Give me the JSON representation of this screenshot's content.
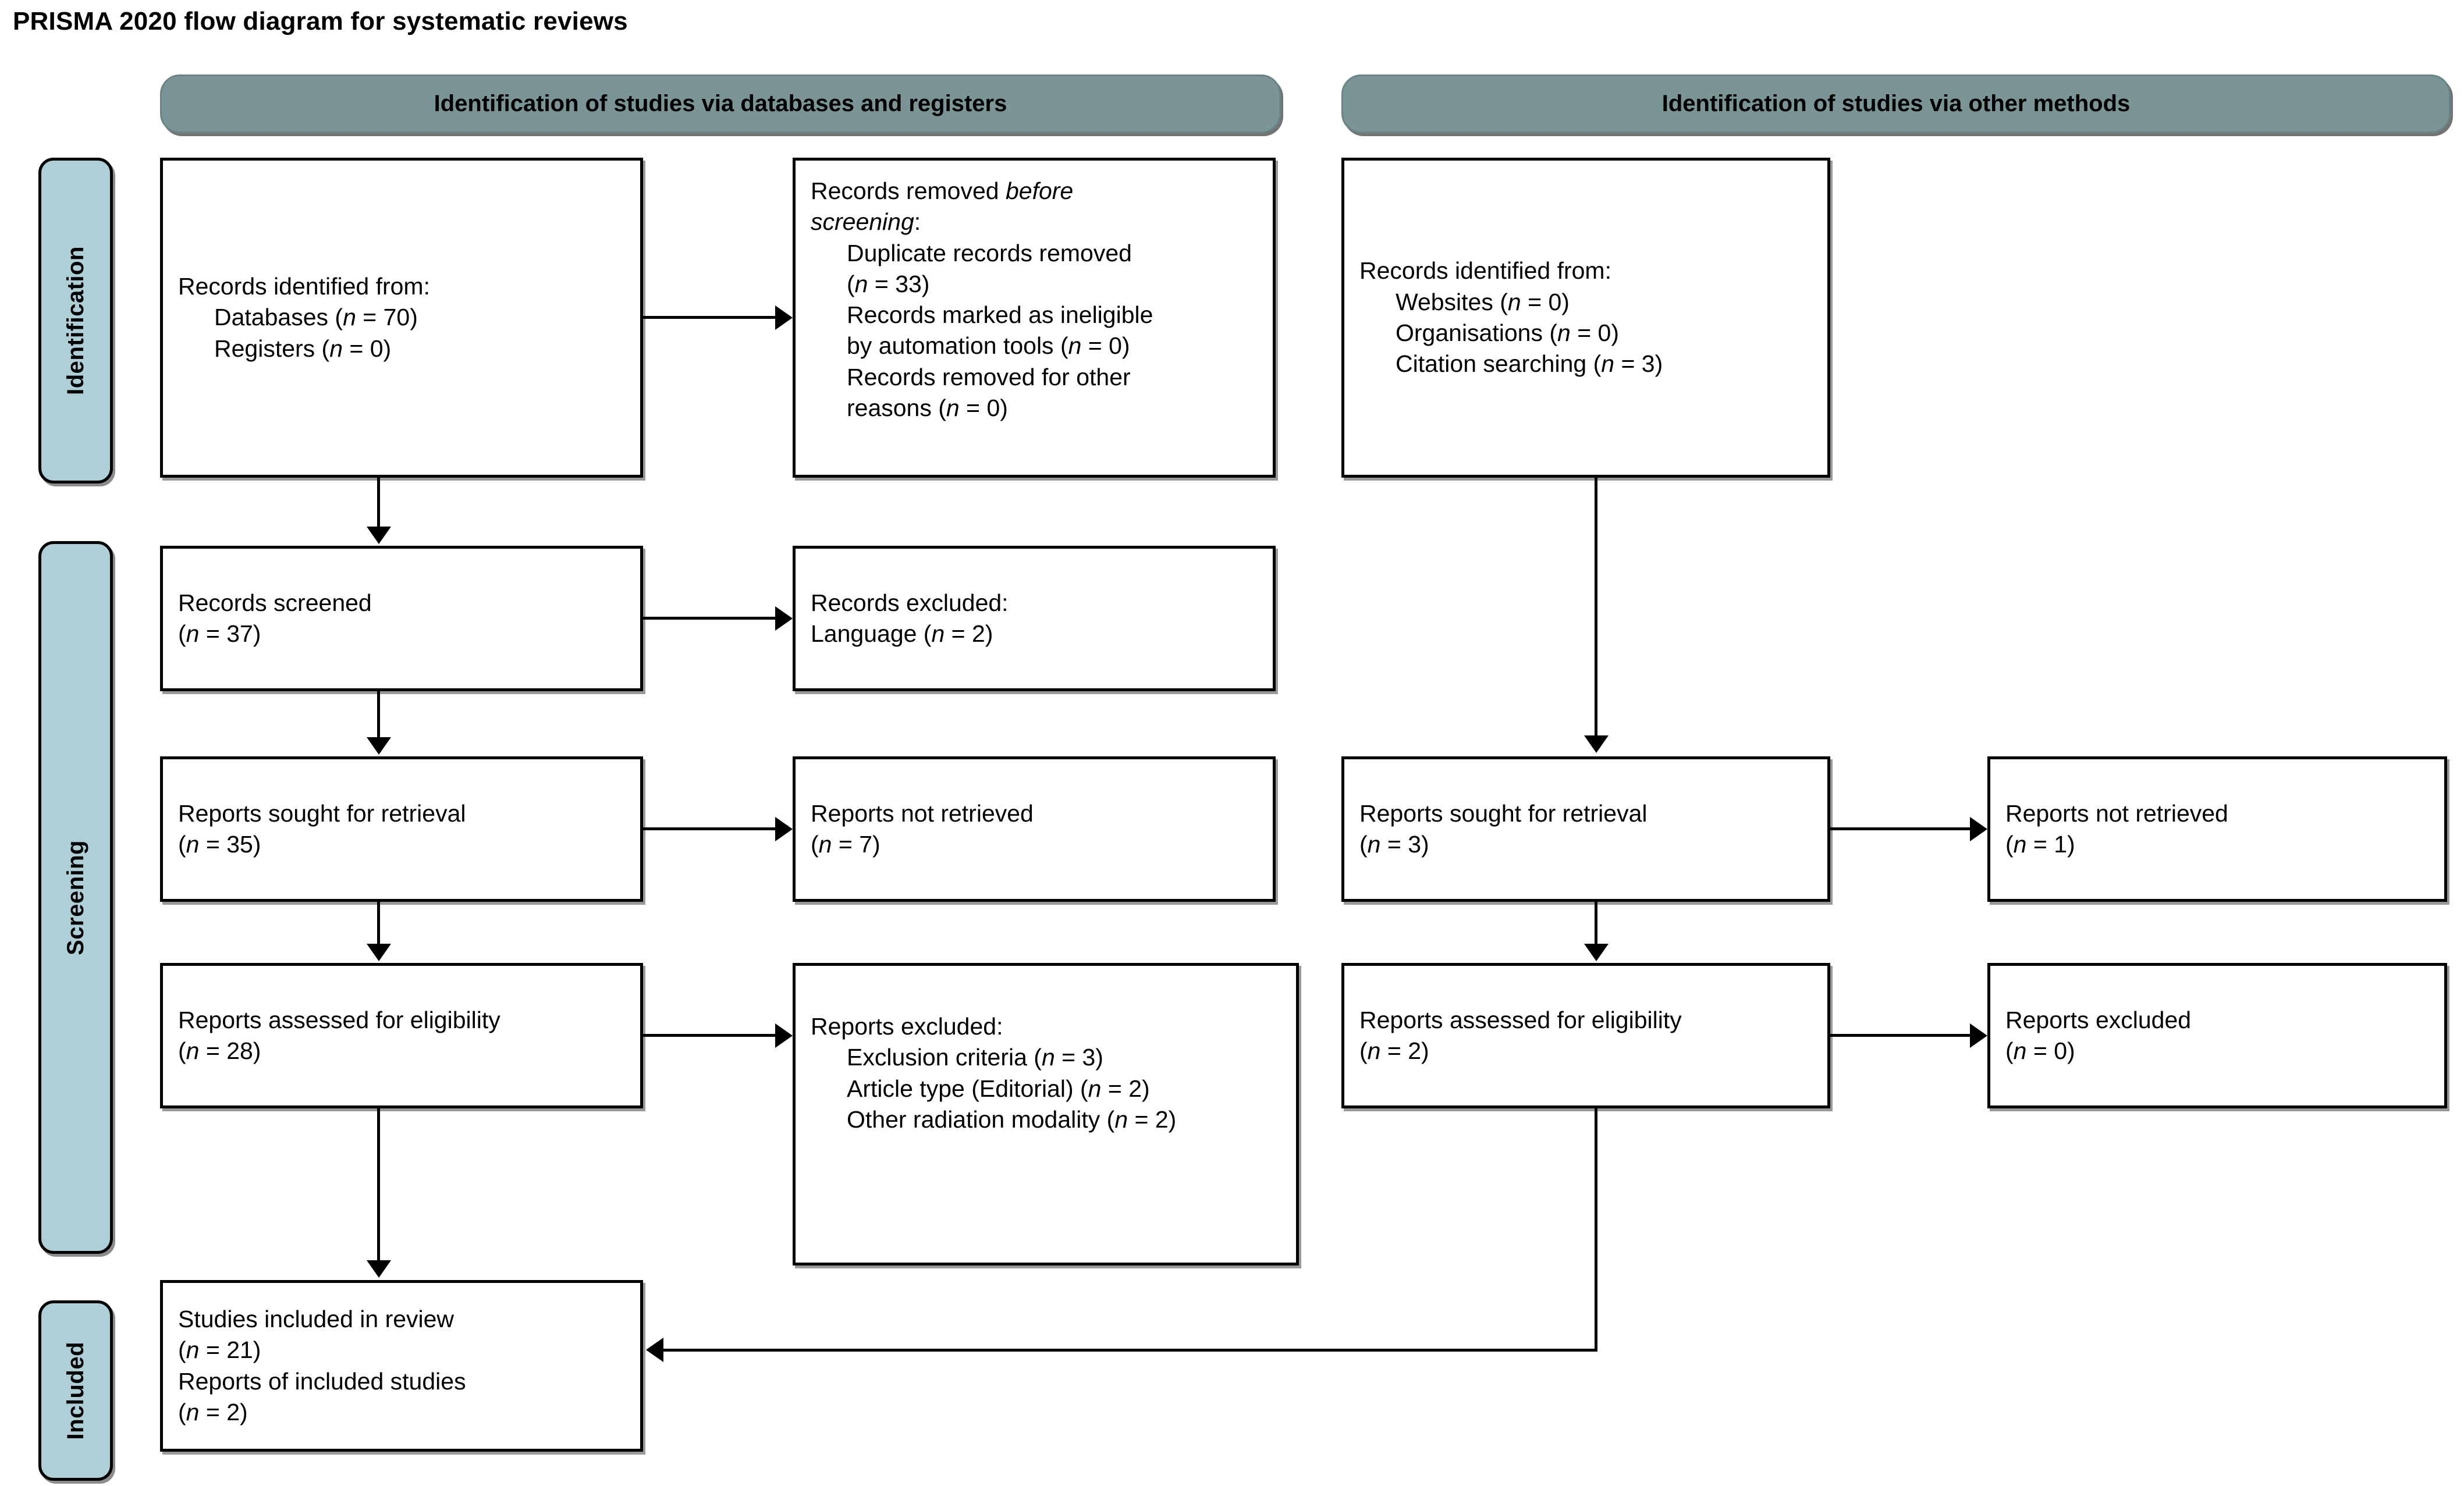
{
  "title": "PRISMA 2020 flow diagram for systematic reviews",
  "columns": {
    "databases_header": "Identification of studies via databases and registers",
    "other_header": "Identification of studies via other methods"
  },
  "stage_labels": {
    "identification": "Identification",
    "screening": "Screening",
    "included": "Included"
  },
  "colors": {
    "header_fill": "#7b9597",
    "stage_label_fill": "#aecfd8",
    "box_border": "#000000",
    "box_fill": "#ffffff"
  },
  "boxes": {
    "records_identified_db": {
      "l1": "Records identified from:",
      "l2": "Databases (n = 70)",
      "l3": "Registers (n = 0)"
    },
    "records_removed": {
      "l1a": "Records removed ",
      "l1b": "before",
      "l2a": "screening",
      "l2b": ":",
      "l3": "Duplicate records removed",
      "l4": "(n = 33)",
      "l5": "Records marked as ineligible",
      "l6": "by automation tools (n = 0)",
      "l7": "Records removed for other",
      "l8": "reasons (n = 0)"
    },
    "records_screened": {
      "l1": "Records screened",
      "l2": "(n = 37)"
    },
    "records_excluded": {
      "l1": "Records excluded:",
      "l2": "Language (n = 2)"
    },
    "reports_sought_db": {
      "l1": "Reports sought for retrieval",
      "l2": "(n = 35)"
    },
    "reports_not_retrieved_db": {
      "l1": "Reports not retrieved",
      "l2": "(n = 7)"
    },
    "reports_assessed_db": {
      "l1": "Reports assessed for eligibility",
      "l2": "(n = 28)"
    },
    "reports_excluded_db": {
      "l1": "Reports excluded:",
      "l2": "Exclusion criteria (n = 3)",
      "l3": "Article type (Editorial) (n = 2)",
      "l4": "Other radiation modality (n = 2)"
    },
    "records_identified_other": {
      "l1": "Records identified from:",
      "l2": "Websites (n = 0)",
      "l3": "Organisations (n = 0)",
      "l4": "Citation searching (n = 3)"
    },
    "reports_sought_other": {
      "l1": "Reports sought for retrieval",
      "l2": "(n = 3)"
    },
    "reports_not_retrieved_other": {
      "l1": "Reports not retrieved",
      "l2": "(n = 1)"
    },
    "reports_assessed_other": {
      "l1": "Reports assessed for eligibility",
      "l2": "(n = 2)"
    },
    "reports_excluded_other": {
      "l1": "Reports excluded",
      "l2": "(n = 0)"
    },
    "studies_included": {
      "l1": "Studies included in review",
      "l2": "(n = 21)",
      "l3": "Reports of included studies",
      "l4": "(n = 2)"
    }
  },
  "chart_data": {
    "type": "diagram",
    "title": "PRISMA 2020 flow diagram for systematic reviews",
    "nodes": [
      {
        "id": "records_identified_db",
        "stage": "Identification",
        "branch": "databases",
        "counts": {
          "Databases": 70,
          "Registers": 0
        }
      },
      {
        "id": "records_removed",
        "stage": "Identification",
        "branch": "databases",
        "counts": {
          "Duplicate records removed": 33,
          "Records marked as ineligible by automation tools": 0,
          "Records removed for other reasons": 0
        }
      },
      {
        "id": "records_screened",
        "stage": "Screening",
        "branch": "databases",
        "counts": {
          "n": 37
        }
      },
      {
        "id": "records_excluded",
        "stage": "Screening",
        "branch": "databases",
        "counts": {
          "Language": 2
        }
      },
      {
        "id": "reports_sought_db",
        "stage": "Screening",
        "branch": "databases",
        "counts": {
          "n": 35
        }
      },
      {
        "id": "reports_not_retrieved_db",
        "stage": "Screening",
        "branch": "databases",
        "counts": {
          "n": 7
        }
      },
      {
        "id": "reports_assessed_db",
        "stage": "Screening",
        "branch": "databases",
        "counts": {
          "n": 28
        }
      },
      {
        "id": "reports_excluded_db",
        "stage": "Screening",
        "branch": "databases",
        "counts": {
          "Exclusion criteria": 3,
          "Article type (Editorial)": 2,
          "Other radiation modality": 2
        }
      },
      {
        "id": "records_identified_other",
        "stage": "Identification",
        "branch": "other",
        "counts": {
          "Websites": 0,
          "Organisations": 0,
          "Citation searching": 3
        }
      },
      {
        "id": "reports_sought_other",
        "stage": "Screening",
        "branch": "other",
        "counts": {
          "n": 3
        }
      },
      {
        "id": "reports_not_retrieved_other",
        "stage": "Screening",
        "branch": "other",
        "counts": {
          "n": 1
        }
      },
      {
        "id": "reports_assessed_other",
        "stage": "Screening",
        "branch": "other",
        "counts": {
          "n": 2
        }
      },
      {
        "id": "reports_excluded_other",
        "stage": "Screening",
        "branch": "other",
        "counts": {
          "n": 0
        }
      },
      {
        "id": "studies_included",
        "stage": "Included",
        "branch": "merged",
        "counts": {
          "Studies included in review": 21,
          "Reports of included studies": 2
        }
      }
    ],
    "edges": [
      {
        "from": "records_identified_db",
        "to": "records_removed"
      },
      {
        "from": "records_identified_db",
        "to": "records_screened"
      },
      {
        "from": "records_screened",
        "to": "records_excluded"
      },
      {
        "from": "records_screened",
        "to": "reports_sought_db"
      },
      {
        "from": "reports_sought_db",
        "to": "reports_not_retrieved_db"
      },
      {
        "from": "reports_sought_db",
        "to": "reports_assessed_db"
      },
      {
        "from": "reports_assessed_db",
        "to": "reports_excluded_db"
      },
      {
        "from": "reports_assessed_db",
        "to": "studies_included"
      },
      {
        "from": "records_identified_other",
        "to": "reports_sought_other"
      },
      {
        "from": "reports_sought_other",
        "to": "reports_not_retrieved_other"
      },
      {
        "from": "reports_sought_other",
        "to": "reports_assessed_other"
      },
      {
        "from": "reports_assessed_other",
        "to": "reports_excluded_other"
      },
      {
        "from": "reports_assessed_other",
        "to": "studies_included"
      }
    ]
  }
}
